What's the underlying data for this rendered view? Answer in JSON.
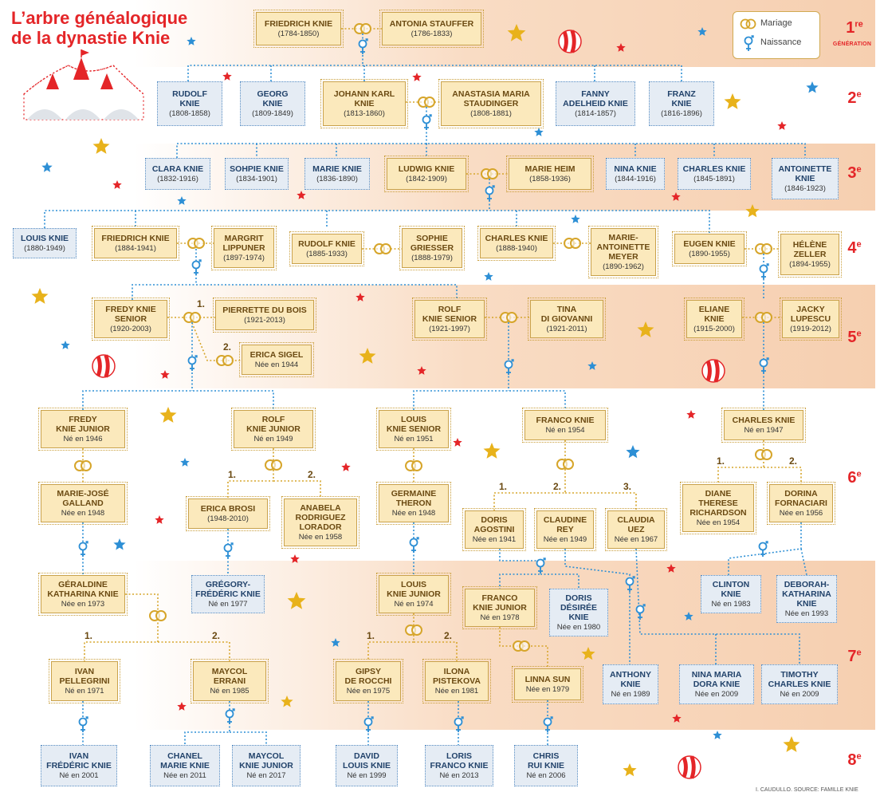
{
  "title": {
    "line1": "L’arbre généalogique",
    "line2": "de la dynastie Knie"
  },
  "legend": {
    "marriage": "Mariage",
    "birth": "Naissance"
  },
  "credit": "I. CAUDULLO. SOURCE: FAMILLE KNIE",
  "generations": [
    {
      "num": "1",
      "sup": "re",
      "sub": "GÉNÉRATION"
    },
    {
      "num": "2",
      "sup": "e"
    },
    {
      "num": "3",
      "sup": "e"
    },
    {
      "num": "4",
      "sup": "e"
    },
    {
      "num": "5",
      "sup": "e"
    },
    {
      "num": "6",
      "sup": "e"
    },
    {
      "num": "7",
      "sup": "e"
    },
    {
      "num": "8",
      "sup": "e"
    }
  ],
  "people": {
    "friedrich1": {
      "name": "FRIEDRICH KNIE",
      "dates": "(1784-1850)"
    },
    "antonia": {
      "name": "ANTONIA STAUFFER",
      "dates": "(1786-1833)"
    },
    "rudolf2": {
      "name": "RUDOLF\nKNIE",
      "dates": "(1808-1858)"
    },
    "georg": {
      "name": "GEORG\nKNIE",
      "dates": "(1809-1849)"
    },
    "johannkarl": {
      "name": "JOHANN KARL\nKNIE",
      "dates": "(1813-1860)"
    },
    "anastasia": {
      "name": "ANASTASIA MARIA\nSTAUDINGER",
      "dates": "(1808-1881)"
    },
    "fanny": {
      "name": "FANNY\nADELHEID KNIE",
      "dates": "(1814-1857)"
    },
    "franz": {
      "name": "FRANZ\nKNIE",
      "dates": "(1816-1896)"
    },
    "clara": {
      "name": "CLARA KNIE",
      "dates": "(1832-1916)"
    },
    "sohpie": {
      "name": "SOHPIE KNIE",
      "dates": "(1834-1901)"
    },
    "marie3": {
      "name": "MARIE KNIE",
      "dates": "(1836-1890)"
    },
    "ludwig": {
      "name": "LUDWIG KNIE",
      "dates": "(1842-1909)"
    },
    "marieheim": {
      "name": "MARIE HEIM",
      "dates": "(1858-1936)"
    },
    "nina3": {
      "name": "NINA KNIE",
      "dates": "(1844-1916)"
    },
    "charles3": {
      "name": "CHARLES KNIE",
      "dates": "(1845-1891)"
    },
    "antoinette": {
      "name": "ANTOINETTE\nKNIE",
      "dates": "(1846-1923)"
    },
    "louis4": {
      "name": "LOUIS KNIE",
      "dates": "(1880-1949)"
    },
    "friedrich4": {
      "name": "FRIEDRICH KNIE",
      "dates": "(1884-1941)"
    },
    "margrit": {
      "name": "MARGRIT\nLIPPUNER",
      "dates": "(1897-1974)"
    },
    "rudolf4": {
      "name": "RUDOLF KNIE",
      "dates": "(1885-1933)"
    },
    "sophie4": {
      "name": "SOPHIE\nGRIESSER",
      "dates": "(1888-1979)"
    },
    "charles4": {
      "name": "CHARLES KNIE",
      "dates": "(1888-1940)"
    },
    "marieantoinette": {
      "name": "MARIE-\nANTOINETTE\nMEYER",
      "dates": "(1890-1962)"
    },
    "eugen": {
      "name": "EUGEN KNIE",
      "dates": "(1890-1955)"
    },
    "helene": {
      "name": "HÉLÈNE\nZELLER",
      "dates": "(1894-1955)"
    },
    "fredysenior": {
      "name": "FREDY KNIE\nSENIOR",
      "dates": "(1920-2003)"
    },
    "pierrette": {
      "name": "PIERRETTE DU BOIS",
      "dates": "(1921-2013)"
    },
    "ericasigel": {
      "name": "ERICA SIGEL",
      "dates": "Née en 1944"
    },
    "rolfsenior": {
      "name": "ROLF\nKNIE SENIOR",
      "dates": "(1921-1997)"
    },
    "tina": {
      "name": "TINA\nDI GIOVANNI",
      "dates": "(1921-2011)"
    },
    "eliane": {
      "name": "ELIANE\nKNIE",
      "dates": "(1915-2000)"
    },
    "jacky": {
      "name": "JACKY\nLUPESCU",
      "dates": "(1919-2012)"
    },
    "fredyjunior": {
      "name": "FREDY\nKNIE JUNIOR",
      "dates": "Né en 1946"
    },
    "rolfjunior": {
      "name": "ROLF\nKNIE JUNIOR",
      "dates": "Né en 1949"
    },
    "louissenior": {
      "name": "LOUIS\nKNIE SENIOR",
      "dates": "Né en 1951"
    },
    "franco": {
      "name": "FRANCO KNIE",
      "dates": "Né en 1954"
    },
    "charles6": {
      "name": "CHARLES KNIE",
      "dates": "Né en 1947"
    },
    "mariejose": {
      "name": "MARIE-JOSÉ\nGALLAND",
      "dates": "Née en 1948"
    },
    "ericabrosi": {
      "name": "ERICA BROSI",
      "dates": "(1948-2010)"
    },
    "anabela": {
      "name": "ANABELA\nRODRIGUEZ\nLORADOR",
      "dates": "Née en 1958"
    },
    "germaine": {
      "name": "GERMAINE\nTHERON",
      "dates": "Née en 1948"
    },
    "doris": {
      "name": "DORIS\nAGOSTINI",
      "dates": "Née en 1941"
    },
    "claudine": {
      "name": "CLAUDINE\nREY",
      "dates": "Née en 1949"
    },
    "claudia": {
      "name": "CLAUDIA\nUEZ",
      "dates": "Née en 1967"
    },
    "diane": {
      "name": "DIANE\nTHERESE\nRICHARDSON",
      "dates": "Née en 1954"
    },
    "dorina": {
      "name": "DORINA\nFORNACIARI",
      "dates": "Née en 1956"
    },
    "geraldine": {
      "name": "GÉRALDINE\nKATHARINA KNIE",
      "dates": "Née en 1973"
    },
    "gregory": {
      "name": "GRÉGORY-\nFRÉDÉRIC KNIE",
      "dates": "Né en 1977"
    },
    "louisjunior": {
      "name": "LOUIS\nKNIE JUNIOR",
      "dates": "Né en 1974"
    },
    "francojunior": {
      "name": "FRANCO\nKNIE JUNIOR",
      "dates": "Né en 1978"
    },
    "dorisdesiree": {
      "name": "DORIS\nDÉSIRÉE\nKNIE",
      "dates": "Née en 1980"
    },
    "clinton": {
      "name": "CLINTON\nKNIE",
      "dates": "Né en 1983"
    },
    "deborah": {
      "name": "DEBORAH-\nKATHARINA\nKNIE",
      "dates": "Née en 1993"
    },
    "ivanp": {
      "name": "IVAN\nPELLEGRINI",
      "dates": "Né en 1971"
    },
    "maycol": {
      "name": "MAYCOL\nERRANI",
      "dates": "Né en 1985"
    },
    "gipsy": {
      "name": "GIPSY\nDE ROCCHI",
      "dates": "Née en 1975"
    },
    "ilona": {
      "name": "ILONA\nPISTEKOVA",
      "dates": "Née en 1981"
    },
    "linna": {
      "name": "LINNA SUN",
      "dates": "Née en 1979"
    },
    "anthony": {
      "name": "ANTHONY\nKNIE",
      "dates": "Né en 1989"
    },
    "ninamaria": {
      "name": "NINA MARIA\nDORA KNIE",
      "dates": "Née en 2009"
    },
    "timothy": {
      "name": "TIMOTHY\nCHARLES KNIE",
      "dates": "Né en 2009"
    },
    "ivanfk": {
      "name": "IVAN\nFRÉDÉRIC KNIE",
      "dates": "Né en 2001"
    },
    "chanel": {
      "name": "CHANEL\nMARIE KNIE",
      "dates": "Née en 2011"
    },
    "maycoljunior": {
      "name": "MAYCOL\nKNIE JUNIOR",
      "dates": "Né en 2017"
    },
    "david": {
      "name": "DAVID\nLOUIS KNIE",
      "dates": "Né en 1999"
    },
    "loris": {
      "name": "LORIS\nFRANCO KNIE",
      "dates": "Né en 2013"
    },
    "chris": {
      "name": "CHRIS\nRUI KNIE",
      "dates": "Né en 2006"
    }
  },
  "marriage_numbers": [
    "1.",
    "2."
  ],
  "marriage_numbers3": [
    "1.",
    "2.",
    "3."
  ],
  "colors": {
    "red": "#e42528",
    "gold": "#e8b21b",
    "blue": "#2d8fd5",
    "knie_fill": "#fbe9bc",
    "spouse_fill": "#e5ecf4",
    "band": "#f9dcc4"
  }
}
